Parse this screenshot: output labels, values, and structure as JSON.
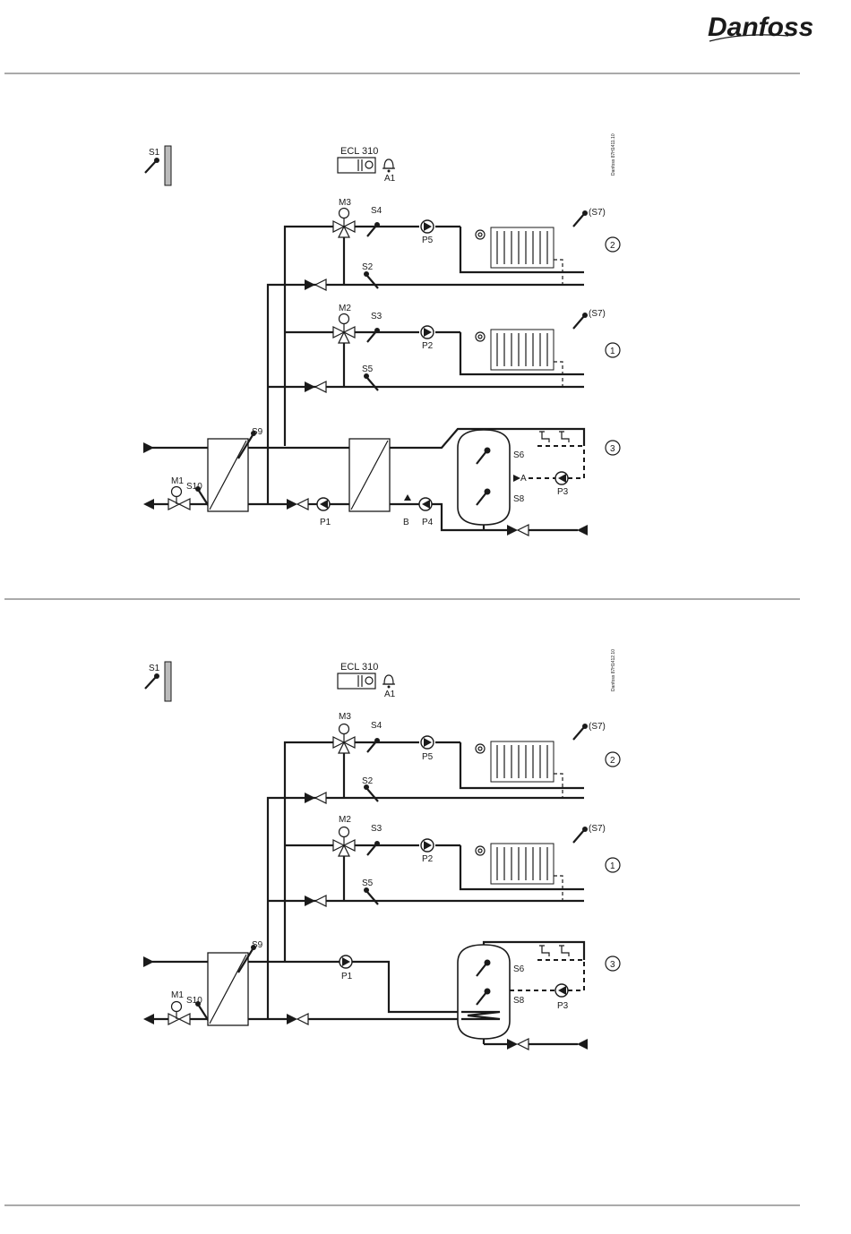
{
  "brand": {
    "logo_text": "Danfoss",
    "logo_color": "#1a1a1a"
  },
  "diagrams": [
    {
      "drawing_id": "Danfoss 87H1411.10",
      "controller": "ECL 310",
      "labels": {
        "S1": "S1",
        "A1": "A1",
        "M1": "M1",
        "M2": "M2",
        "M3": "M3",
        "S2": "S2",
        "S3": "S3",
        "S4": "S4",
        "S5": "S5",
        "S6": "S6",
        "S8": "S8",
        "S9": "S9",
        "S10": "S10",
        "S7a": "(S7)",
        "S7b": "(S7)",
        "P1": "P1",
        "P2": "P2",
        "P3": "P3",
        "P4": "P4",
        "P5": "P5",
        "A": "A",
        "B": "B",
        "C1": "1",
        "C2": "2",
        "C3": "3"
      }
    },
    {
      "drawing_id": "Danfoss 87H1412.10",
      "controller": "ECL 310",
      "labels": {
        "S1": "S1",
        "A1": "A1",
        "M1": "M1",
        "M2": "M2",
        "M3": "M3",
        "S2": "S2",
        "S3": "S3",
        "S4": "S4",
        "S5": "S5",
        "S6": "S6",
        "S8": "S8",
        "S9": "S9",
        "S10": "S10",
        "S7a": "(S7)",
        "S7b": "(S7)",
        "P1": "P1",
        "P3": "P3",
        "P2": "P2",
        "P5": "P5",
        "C1": "1",
        "C2": "2",
        "C3": "3"
      }
    }
  ]
}
